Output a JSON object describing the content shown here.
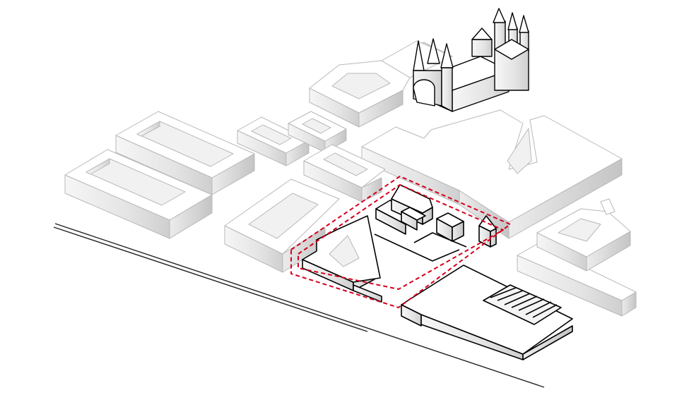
{
  "diagram": {
    "kind": "isometric site massing diagram",
    "colors": {
      "background": "#ffffff",
      "context_outline": "#b8b8b8",
      "site_outline": "#000000",
      "boundary": "#d6001c",
      "shade": "#d9d9d9"
    },
    "elements": [
      "road-line",
      "context-building-block-west-a",
      "context-building-block-west-b",
      "context-building-block-north-small",
      "context-building-block-north-pentagon",
      "cathedral",
      "context-building-large-east",
      "context-building-block-center",
      "context-building-block-south-west",
      "context-building-block-east-small",
      "site-courtyard-building",
      "site-cluster-buildings",
      "site-tower",
      "site-lower-block",
      "glass-roof",
      "site-boundary-outer",
      "site-boundary-inner"
    ]
  }
}
